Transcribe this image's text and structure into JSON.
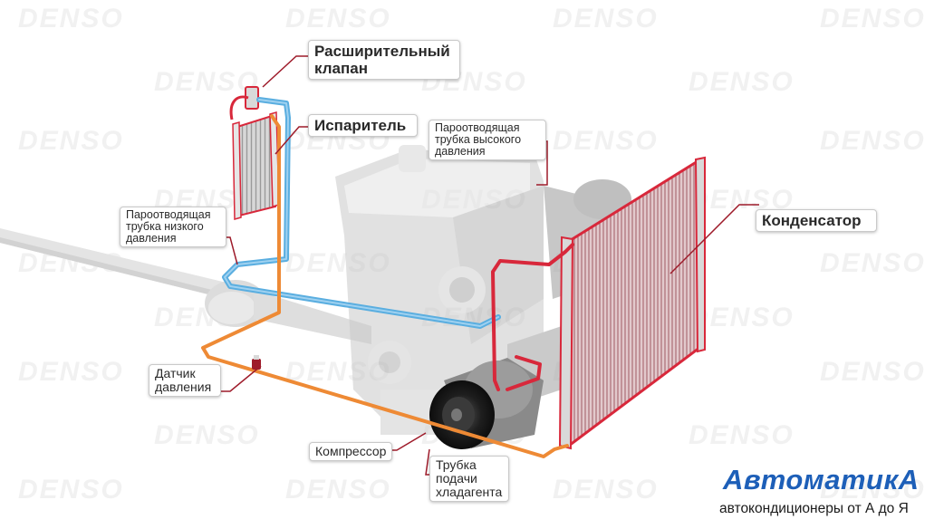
{
  "watermark": {
    "text": "DENSO"
  },
  "labels": {
    "expansion_valve": {
      "lines": [
        "Расширительный",
        "клапан"
      ]
    },
    "evaporator": {
      "lines": [
        "Испаритель"
      ]
    },
    "high_pressure_pipe": {
      "lines": [
        "Пароотводящая",
        "трубка высокого",
        "давления"
      ]
    },
    "condenser": {
      "lines": [
        "Конденсатор"
      ]
    },
    "low_pressure_pipe": {
      "lines": [
        "Пароотводящая",
        "трубка низкого",
        "давления"
      ]
    },
    "pressure_sensor": {
      "lines": [
        "Датчик",
        "давления"
      ]
    },
    "compressor": {
      "lines": [
        "Компрессор"
      ]
    },
    "refrigerant_pipe": {
      "lines": [
        "Трубка",
        "подачи",
        "хладагента"
      ]
    }
  },
  "brand": {
    "name": "АвтоматикА",
    "tagline": "автокондиционеры от А до Я"
  },
  "colors": {
    "high_pressure_line": "#d8283b",
    "low_pressure_line": "#5aaee0",
    "liquid_line": "#ee8a35",
    "leader_line": "#9e1b2a",
    "brand_blue": "#1d5fb8"
  }
}
